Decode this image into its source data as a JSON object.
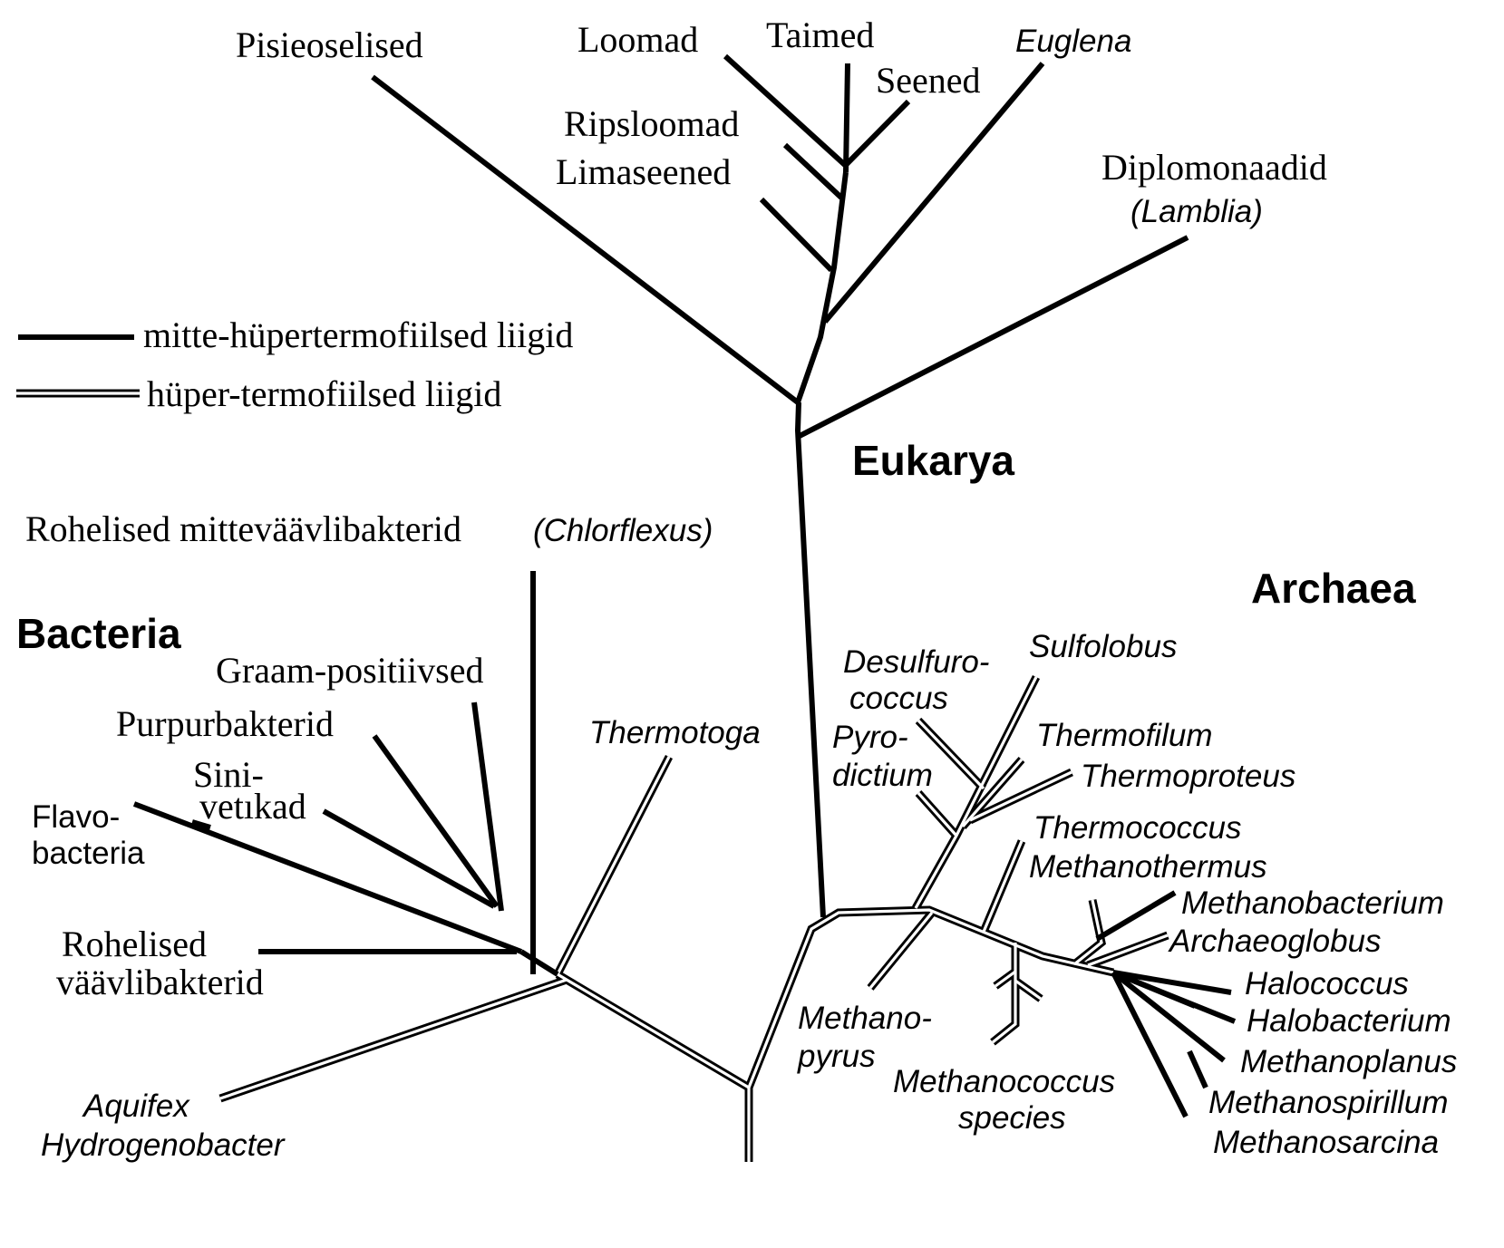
{
  "legend": {
    "non_hyperthermophilic": "mitte-hüpertermofiilsed liigid",
    "hyperthermophilic": "hüper-termofiilsed liigid"
  },
  "domains": {
    "eukarya": "Eukarya",
    "archaea": "Archaea",
    "bacteria": "Bacteria"
  },
  "eukarya_labels": {
    "pisieoselised": "Pisieoselised",
    "loomad": "Loomad",
    "taimed": "Taimed",
    "euglena": "Euglena",
    "seened": "Seened",
    "ripsloomad": "Ripsloomad",
    "limaseened": "Limaseened",
    "diplomonaadid": "Diplomonaadid",
    "lamblia": "(Lamblia)"
  },
  "bacteria_labels": {
    "rohelised_mittevaavli": "Rohelised mitteväävlibakterid",
    "chlorflexus": "(Chlorflexus)",
    "graam": "Graam-positiivsed",
    "purpur": "Purpurbakterid",
    "sini_1": "Sini-",
    "sini_2": "vetıkad",
    "flavo_1": "Flavo-",
    "flavo_2": "bacteria",
    "thermotoga": "Thermotoga",
    "rohelised_vaavli_1": "Rohelised",
    "rohelised_vaavli_2": "väävlibakterid",
    "aquifex": "Aquifex",
    "hydrogenobacter": "Hydrogenobacter"
  },
  "archaea_labels": {
    "desulfuro_1": "Desulfuro-",
    "desulfuro_2": "coccus",
    "sulfolobus": "Sulfolobus",
    "pyro_1": "Pyro-",
    "pyro_2": "dictium",
    "thermofilum": "Thermofilum",
    "thermoproteus": "Thermoproteus",
    "thermococcus": "Thermococcus",
    "methanothermus": "Methanothermus",
    "methanobacterium": "Methanobacterium",
    "archaeoglobus": "Archaeoglobus",
    "halococcus": "Halococcus",
    "halobacterium": "Halobacterium",
    "methanoplanus": "Methanoplanus",
    "methanospirillum": "Methanospirillum",
    "methanosarcina": "Methanosarcina",
    "methanopyrus_1": "Methano-",
    "methanopyrus_2": "pyrus",
    "methanococcus_1": "Methanococcus",
    "methanococcus_2": "species"
  }
}
